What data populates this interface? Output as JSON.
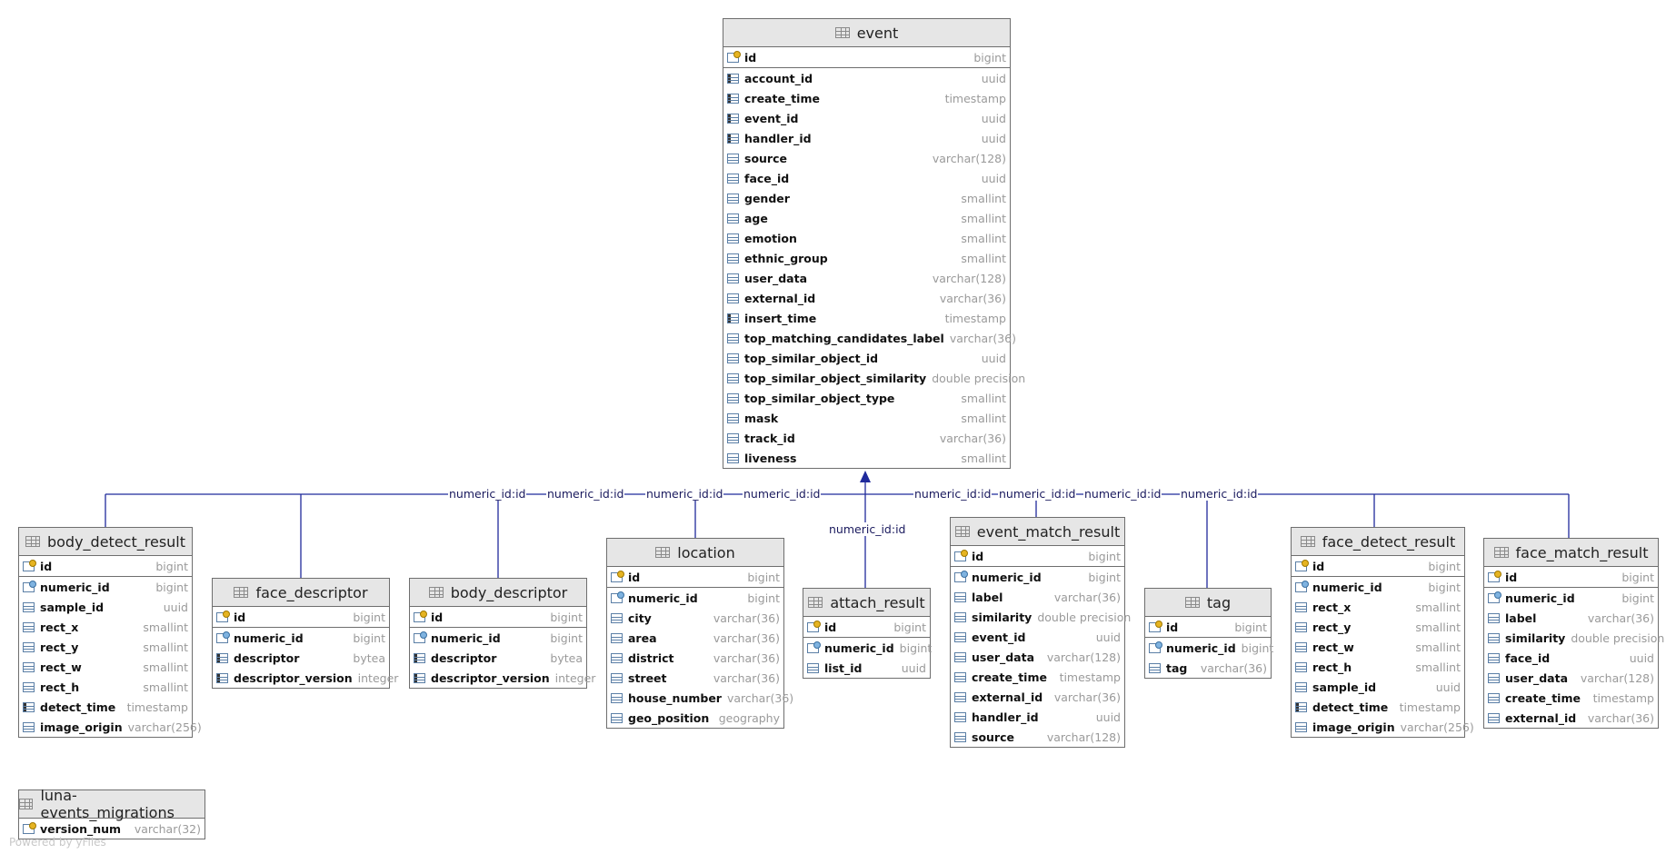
{
  "footer": "Powered by yFiles",
  "edge_labels": [
    "numeric_id:id",
    "numeric_id:id",
    "numeric_id:id",
    "numeric_id:id",
    "numeric_id:id",
    "numeric_id:id",
    "numeric_id:id",
    "numeric_id:id",
    "numeric_id:id"
  ],
  "colors": {
    "edge": "#1f2a9c",
    "header_bg": "#e6e6e6",
    "type_text": "#9a9a9a"
  },
  "tables": [
    {
      "key": "event",
      "title": "event",
      "pk_rows": 1,
      "columns": [
        {
          "name": "id",
          "type": "bigint",
          "icon": "pk"
        },
        {
          "name": "account_id",
          "type": "uuid",
          "icon": "nn"
        },
        {
          "name": "create_time",
          "type": "timestamp",
          "icon": "nn"
        },
        {
          "name": "event_id",
          "type": "uuid",
          "icon": "nn"
        },
        {
          "name": "handler_id",
          "type": "uuid",
          "icon": "nn"
        },
        {
          "name": "source",
          "type": "varchar(128)",
          "icon": "col"
        },
        {
          "name": "face_id",
          "type": "uuid",
          "icon": "col"
        },
        {
          "name": "gender",
          "type": "smallint",
          "icon": "col"
        },
        {
          "name": "age",
          "type": "smallint",
          "icon": "col"
        },
        {
          "name": "emotion",
          "type": "smallint",
          "icon": "col"
        },
        {
          "name": "ethnic_group",
          "type": "smallint",
          "icon": "col"
        },
        {
          "name": "user_data",
          "type": "varchar(128)",
          "icon": "col"
        },
        {
          "name": "external_id",
          "type": "varchar(36)",
          "icon": "col"
        },
        {
          "name": "insert_time",
          "type": "timestamp",
          "icon": "nn"
        },
        {
          "name": "top_matching_candidates_label",
          "type": "varchar(36)",
          "icon": "col"
        },
        {
          "name": "top_similar_object_id",
          "type": "uuid",
          "icon": "col"
        },
        {
          "name": "top_similar_object_similarity",
          "type": "double precision",
          "icon": "col"
        },
        {
          "name": "top_similar_object_type",
          "type": "smallint",
          "icon": "col"
        },
        {
          "name": "mask",
          "type": "smallint",
          "icon": "col"
        },
        {
          "name": "track_id",
          "type": "varchar(36)",
          "icon": "col"
        },
        {
          "name": "liveness",
          "type": "smallint",
          "icon": "col"
        }
      ]
    },
    {
      "key": "body_detect_result",
      "title": "body_detect_result",
      "pk_rows": 1,
      "columns": [
        {
          "name": "id",
          "type": "bigint",
          "icon": "pk"
        },
        {
          "name": "numeric_id",
          "type": "bigint",
          "icon": "idx"
        },
        {
          "name": "sample_id",
          "type": "uuid",
          "icon": "col"
        },
        {
          "name": "rect_x",
          "type": "smallint",
          "icon": "col"
        },
        {
          "name": "rect_y",
          "type": "smallint",
          "icon": "col"
        },
        {
          "name": "rect_w",
          "type": "smallint",
          "icon": "col"
        },
        {
          "name": "rect_h",
          "type": "smallint",
          "icon": "col"
        },
        {
          "name": "detect_time",
          "type": "timestamp",
          "icon": "nn"
        },
        {
          "name": "image_origin",
          "type": "varchar(256)",
          "icon": "col"
        }
      ]
    },
    {
      "key": "face_descriptor",
      "title": "face_descriptor",
      "pk_rows": 1,
      "columns": [
        {
          "name": "id",
          "type": "bigint",
          "icon": "pk"
        },
        {
          "name": "numeric_id",
          "type": "bigint",
          "icon": "idx"
        },
        {
          "name": "descriptor",
          "type": "bytea",
          "icon": "nn"
        },
        {
          "name": "descriptor_version",
          "type": "integer",
          "icon": "nn"
        }
      ]
    },
    {
      "key": "body_descriptor",
      "title": "body_descriptor",
      "pk_rows": 1,
      "columns": [
        {
          "name": "id",
          "type": "bigint",
          "icon": "pk"
        },
        {
          "name": "numeric_id",
          "type": "bigint",
          "icon": "idx"
        },
        {
          "name": "descriptor",
          "type": "bytea",
          "icon": "nn"
        },
        {
          "name": "descriptor_version",
          "type": "integer",
          "icon": "nn"
        }
      ]
    },
    {
      "key": "location",
      "title": "location",
      "pk_rows": 1,
      "columns": [
        {
          "name": "id",
          "type": "bigint",
          "icon": "pk"
        },
        {
          "name": "numeric_id",
          "type": "bigint",
          "icon": "idx"
        },
        {
          "name": "city",
          "type": "varchar(36)",
          "icon": "col"
        },
        {
          "name": "area",
          "type": "varchar(36)",
          "icon": "col"
        },
        {
          "name": "district",
          "type": "varchar(36)",
          "icon": "col"
        },
        {
          "name": "street",
          "type": "varchar(36)",
          "icon": "col"
        },
        {
          "name": "house_number",
          "type": "varchar(36)",
          "icon": "col"
        },
        {
          "name": "geo_position",
          "type": "geography",
          "icon": "col"
        }
      ]
    },
    {
      "key": "attach_result",
      "title": "attach_result",
      "pk_rows": 1,
      "columns": [
        {
          "name": "id",
          "type": "bigint",
          "icon": "pk"
        },
        {
          "name": "numeric_id",
          "type": "bigint",
          "icon": "idx"
        },
        {
          "name": "list_id",
          "type": "uuid",
          "icon": "col"
        }
      ]
    },
    {
      "key": "event_match_result",
      "title": "event_match_result",
      "pk_rows": 1,
      "columns": [
        {
          "name": "id",
          "type": "bigint",
          "icon": "pk"
        },
        {
          "name": "numeric_id",
          "type": "bigint",
          "icon": "idx"
        },
        {
          "name": "label",
          "type": "varchar(36)",
          "icon": "col"
        },
        {
          "name": "similarity",
          "type": "double precision",
          "icon": "col"
        },
        {
          "name": "event_id",
          "type": "uuid",
          "icon": "col"
        },
        {
          "name": "user_data",
          "type": "varchar(128)",
          "icon": "col"
        },
        {
          "name": "create_time",
          "type": "timestamp",
          "icon": "col"
        },
        {
          "name": "external_id",
          "type": "varchar(36)",
          "icon": "col"
        },
        {
          "name": "handler_id",
          "type": "uuid",
          "icon": "col"
        },
        {
          "name": "source",
          "type": "varchar(128)",
          "icon": "col"
        }
      ]
    },
    {
      "key": "tag",
      "title": "tag",
      "pk_rows": 1,
      "columns": [
        {
          "name": "id",
          "type": "bigint",
          "icon": "pk"
        },
        {
          "name": "numeric_id",
          "type": "bigint",
          "icon": "idx"
        },
        {
          "name": "tag",
          "type": "varchar(36)",
          "icon": "col"
        }
      ]
    },
    {
      "key": "face_detect_result",
      "title": "face_detect_result",
      "pk_rows": 1,
      "columns": [
        {
          "name": "id",
          "type": "bigint",
          "icon": "pk"
        },
        {
          "name": "numeric_id",
          "type": "bigint",
          "icon": "idx"
        },
        {
          "name": "rect_x",
          "type": "smallint",
          "icon": "col"
        },
        {
          "name": "rect_y",
          "type": "smallint",
          "icon": "col"
        },
        {
          "name": "rect_w",
          "type": "smallint",
          "icon": "col"
        },
        {
          "name": "rect_h",
          "type": "smallint",
          "icon": "col"
        },
        {
          "name": "sample_id",
          "type": "uuid",
          "icon": "col"
        },
        {
          "name": "detect_time",
          "type": "timestamp",
          "icon": "nn"
        },
        {
          "name": "image_origin",
          "type": "varchar(256)",
          "icon": "col"
        }
      ]
    },
    {
      "key": "face_match_result",
      "title": "face_match_result",
      "pk_rows": 1,
      "columns": [
        {
          "name": "id",
          "type": "bigint",
          "icon": "pk"
        },
        {
          "name": "numeric_id",
          "type": "bigint",
          "icon": "idx"
        },
        {
          "name": "label",
          "type": "varchar(36)",
          "icon": "col"
        },
        {
          "name": "similarity",
          "type": "double precision",
          "icon": "col"
        },
        {
          "name": "face_id",
          "type": "uuid",
          "icon": "col"
        },
        {
          "name": "user_data",
          "type": "varchar(128)",
          "icon": "col"
        },
        {
          "name": "create_time",
          "type": "timestamp",
          "icon": "col"
        },
        {
          "name": "external_id",
          "type": "varchar(36)",
          "icon": "col"
        }
      ]
    },
    {
      "key": "luna_events_migrations",
      "title": "luna-events_migrations",
      "pk_rows": 1,
      "columns": [
        {
          "name": "version_num",
          "type": "varchar(32)",
          "icon": "pk"
        }
      ]
    }
  ]
}
